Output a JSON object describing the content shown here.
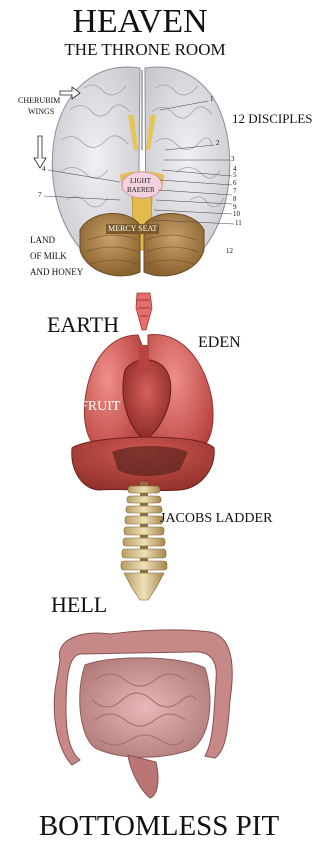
{
  "heading": {
    "title": "HEAVEN",
    "subtitle": "THE THRONE ROOM"
  },
  "brain": {
    "cherubim": "CHERUBIM",
    "wings": "WINGS",
    "disciples": "12 DISCIPLES",
    "light_bearer_1": "LIGHT",
    "light_bearer_2": "BAERER",
    "mercy_seat": "MERCY SEAT",
    "land_1": "LAND",
    "land_2": "OF MILK",
    "land_3": "AND HONEY",
    "numbers": [
      "1",
      "2",
      "3",
      "4",
      "5",
      "6",
      "7",
      "8",
      "9",
      "10",
      "11",
      "12"
    ],
    "left_numbers": [
      "4",
      "7"
    ]
  },
  "torso": {
    "earth": "EARTH",
    "eden": "EDEN",
    "fruit": "FRUIT"
  },
  "spine": {
    "label": "JACOBS LADDER"
  },
  "gut": {
    "hell": "HELL",
    "pit": "BOTTOMLESS PIT"
  }
}
